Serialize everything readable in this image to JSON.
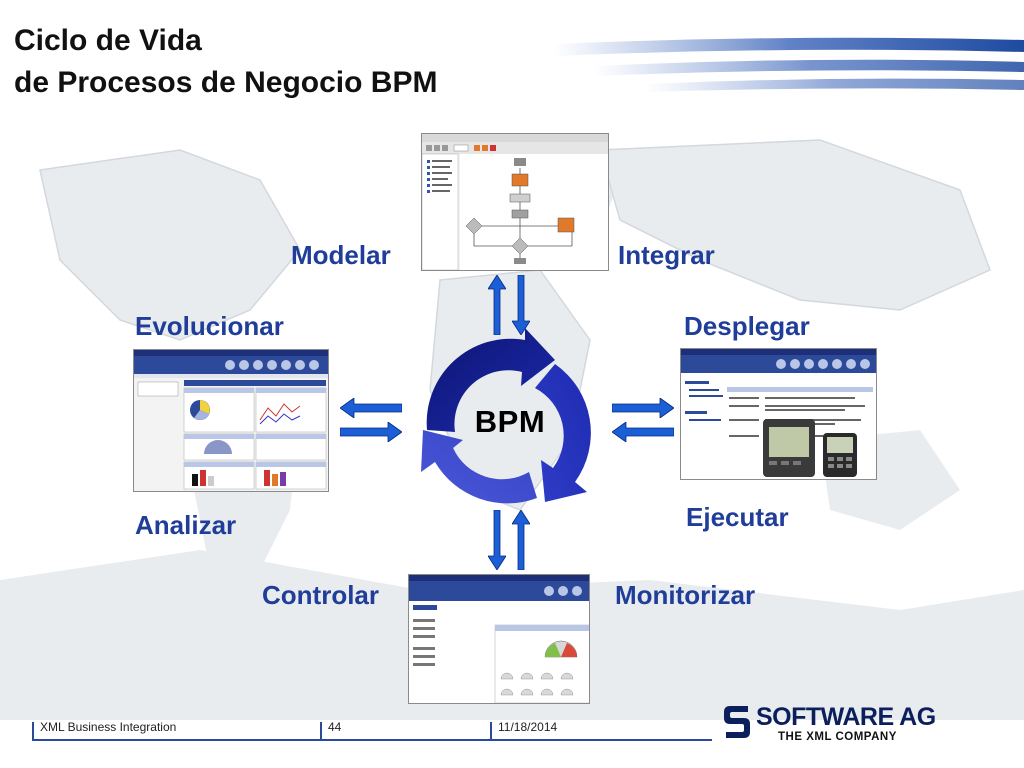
{
  "title": {
    "line1": "Ciclo de Vida",
    "line2": "de Procesos de Negocio BPM"
  },
  "center": {
    "label": "BPM"
  },
  "stages": {
    "modelar": "Modelar",
    "integrar": "Integrar",
    "desplegar": "Desplegar",
    "ejecutar": "Ejecutar",
    "monitorizar": "Monitorizar",
    "controlar": "Controlar",
    "analizar": "Analizar",
    "evolucionar": "Evolucionar"
  },
  "footer": {
    "left": "XML Business Integration",
    "page": "44",
    "date": "11/18/2014"
  },
  "logo": {
    "name": "SOFTWARE AG",
    "tagline": "THE XML COMPANY"
  },
  "colors": {
    "accent_blue": "#1f3d99",
    "cycle_dark": "#0d1470",
    "cycle_mid": "#1d2bb0",
    "cycle_light": "#4a58d8",
    "arrow_blue": "#1a5fd6",
    "footer_rule": "#2a4a9a"
  },
  "icons": [
    "bpm-cycle-icon",
    "up-arrow-icon",
    "down-arrow-icon",
    "left-arrow-icon",
    "right-arrow-icon",
    "software-ag-s-icon"
  ]
}
